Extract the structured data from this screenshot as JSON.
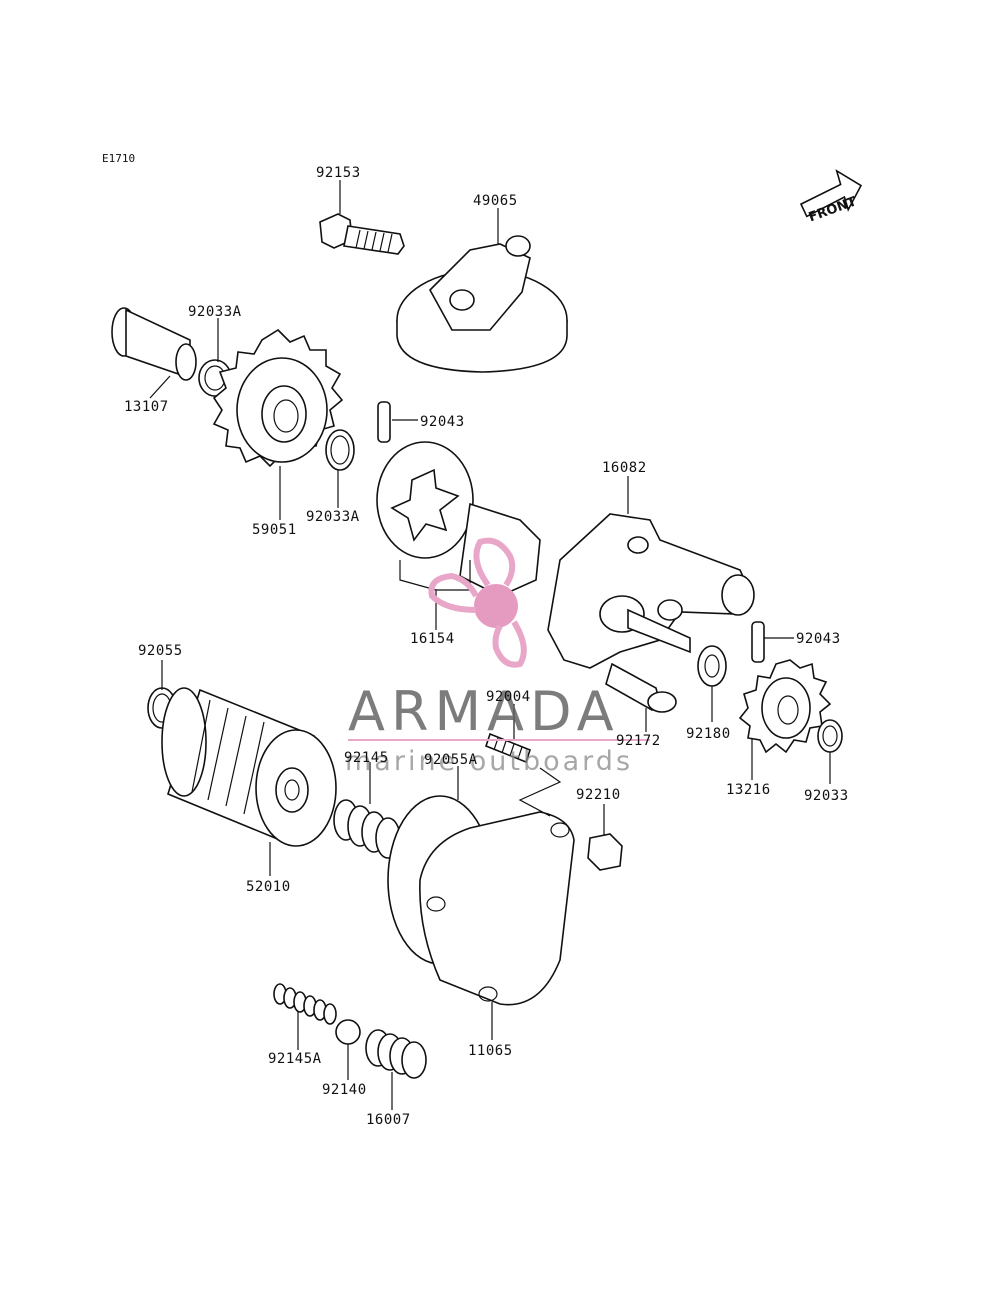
{
  "diagram": {
    "ref_code": "E1710",
    "front_label": "FRONT",
    "parts": [
      {
        "id": "p92153",
        "label": "92153"
      },
      {
        "id": "p49065",
        "label": "49065"
      },
      {
        "id": "p92033A_a",
        "label": "92033A"
      },
      {
        "id": "p13107",
        "label": "13107"
      },
      {
        "id": "p92043_a",
        "label": "92043"
      },
      {
        "id": "p16082",
        "label": "16082"
      },
      {
        "id": "p59051",
        "label": "59051"
      },
      {
        "id": "p92033A_b",
        "label": "92033A"
      },
      {
        "id": "p16154",
        "label": "16154"
      },
      {
        "id": "p92043_b",
        "label": "92043"
      },
      {
        "id": "p92055",
        "label": "92055"
      },
      {
        "id": "p92004",
        "label": "92004"
      },
      {
        "id": "p92172",
        "label": "92172"
      },
      {
        "id": "p92180",
        "label": "92180"
      },
      {
        "id": "p92145",
        "label": "92145"
      },
      {
        "id": "p92055A",
        "label": "92055A"
      },
      {
        "id": "p92210",
        "label": "92210"
      },
      {
        "id": "p13216",
        "label": "13216"
      },
      {
        "id": "p92033",
        "label": "92033"
      },
      {
        "id": "p52010",
        "label": "52010"
      },
      {
        "id": "p11065",
        "label": "11065"
      },
      {
        "id": "p92145A",
        "label": "92145A"
      },
      {
        "id": "p92140",
        "label": "92140"
      },
      {
        "id": "p16007",
        "label": "16007"
      }
    ]
  },
  "watermark": {
    "title": "ARMADA",
    "subtitle": "marine outboards",
    "logo_color": "#e8a7c8",
    "logo_center_color": "#e59ac0"
  }
}
